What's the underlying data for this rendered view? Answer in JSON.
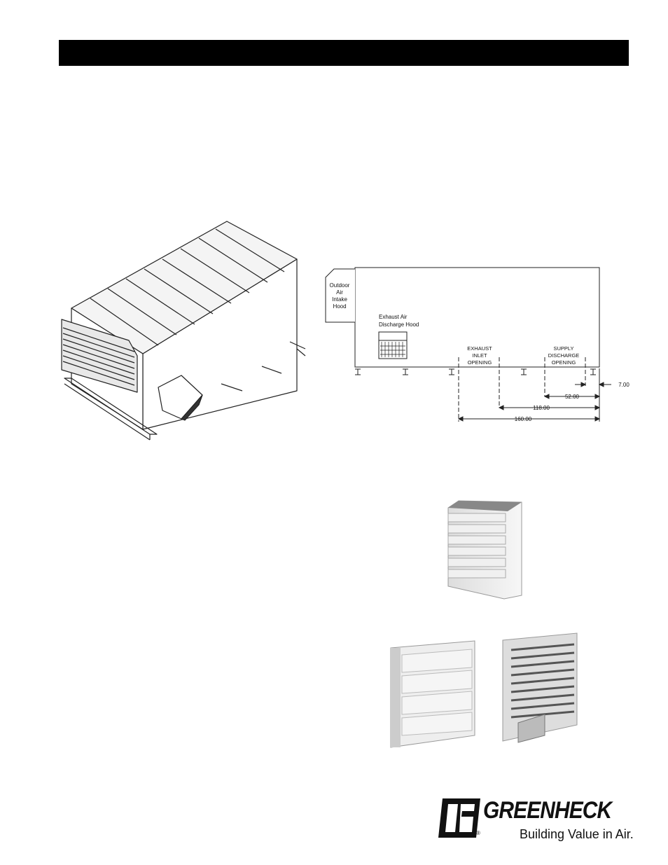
{
  "side_view": {
    "outdoor_air": [
      "Outdoor",
      "Air",
      "Intake",
      "Hood"
    ],
    "exhaust_air": [
      "Exhaust Air",
      "Discharge Hood"
    ],
    "exhaust_inlet": [
      "EXHAUST",
      "INLET",
      "OPENING"
    ],
    "supply_discharge": [
      "SUPPLY",
      "DISCHARGE",
      "OPENING"
    ],
    "dimensions": [
      "7.00",
      "52.00",
      "118.00",
      "160.00"
    ]
  },
  "logo": {
    "brand": "GREENHECK",
    "registered": "®",
    "tagline": "Building Value in Air."
  }
}
